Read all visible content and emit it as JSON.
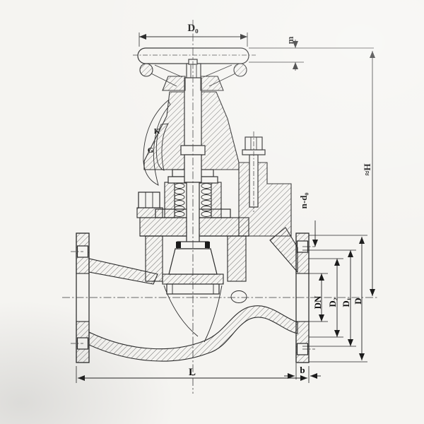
{
  "drawing": {
    "type": "globe-valve-cross-section",
    "background_color": "#f5f4f1",
    "line_color": "#2b2b2b",
    "label_color": "#101010",
    "labels": {
      "handwheel_diameter": "D₀",
      "handwheel_rim_height": "m",
      "overall_height": "≈H",
      "flange_bolt_holes": "n-d₀",
      "nominal_diameter": "DN",
      "seal_face_diameter": "D₂",
      "bolt_circle_diameter": "D₁",
      "flange_outer_diameter": "D",
      "face_to_face_length": "L",
      "flange_thickness": "b",
      "yoke_mark_upper": "K",
      "yoke_mark_lower": "G"
    }
  }
}
